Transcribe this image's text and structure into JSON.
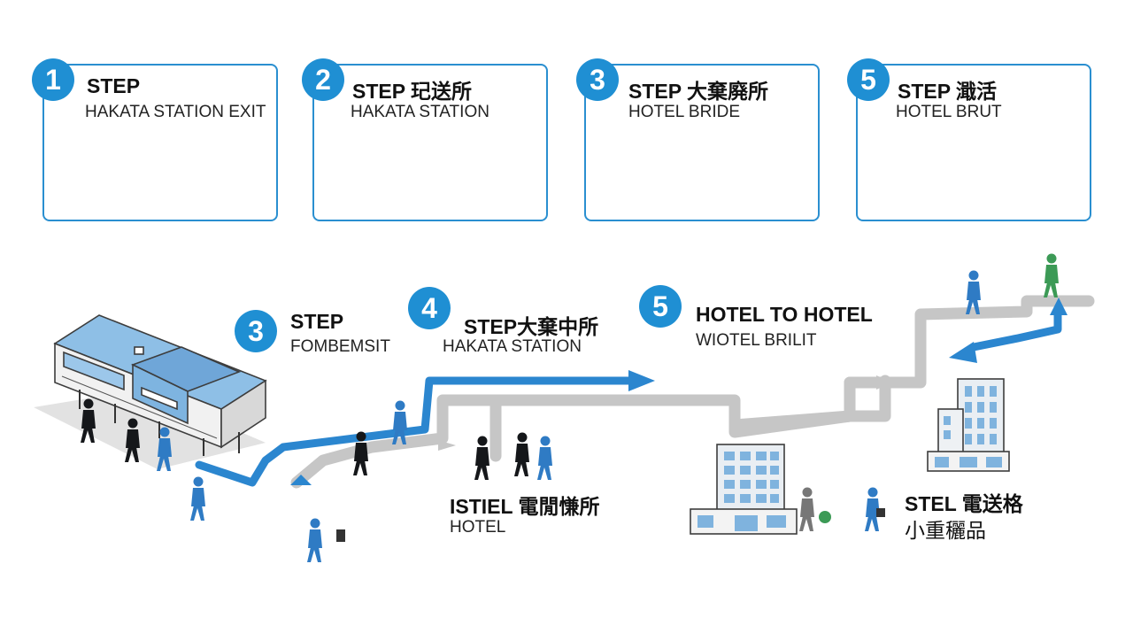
{
  "colors": {
    "accent": "#1f8fd3",
    "arrow_blue": "#2b86cf",
    "arrow_gray": "#c4c4c4",
    "building": "#7fb3de"
  },
  "cards": [
    {
      "number": "1",
      "title": "STEP",
      "subtitle": "HAKATA STATION EXIT"
    },
    {
      "number": "2",
      "title": "STEP 玘送所",
      "subtitle": "HAKATA STATION"
    },
    {
      "number": "3",
      "title": "STEP 大棄廃所",
      "subtitle": "HOTEL BRIDE"
    },
    {
      "number": "5",
      "title": "STEP 濈活",
      "subtitle": "HOTEL BRUT"
    }
  ],
  "route_labels": [
    {
      "number": "3",
      "title": "STEP",
      "subtitle": "FOMBEMSIT"
    },
    {
      "number": "4",
      "title": "STEP大棄中所",
      "subtitle": "HAKATA STATION"
    },
    {
      "number": "5",
      "title": "HOTEL TO HOTEL",
      "subtitle": "WIOTEL BRILIT"
    }
  ],
  "hotel_label": {
    "title": "ISTIEL 電閒慊所",
    "subtitle": "HOTEL"
  },
  "stel_label": {
    "title": "STEL 電送格",
    "subtitle": "小重穲品"
  }
}
